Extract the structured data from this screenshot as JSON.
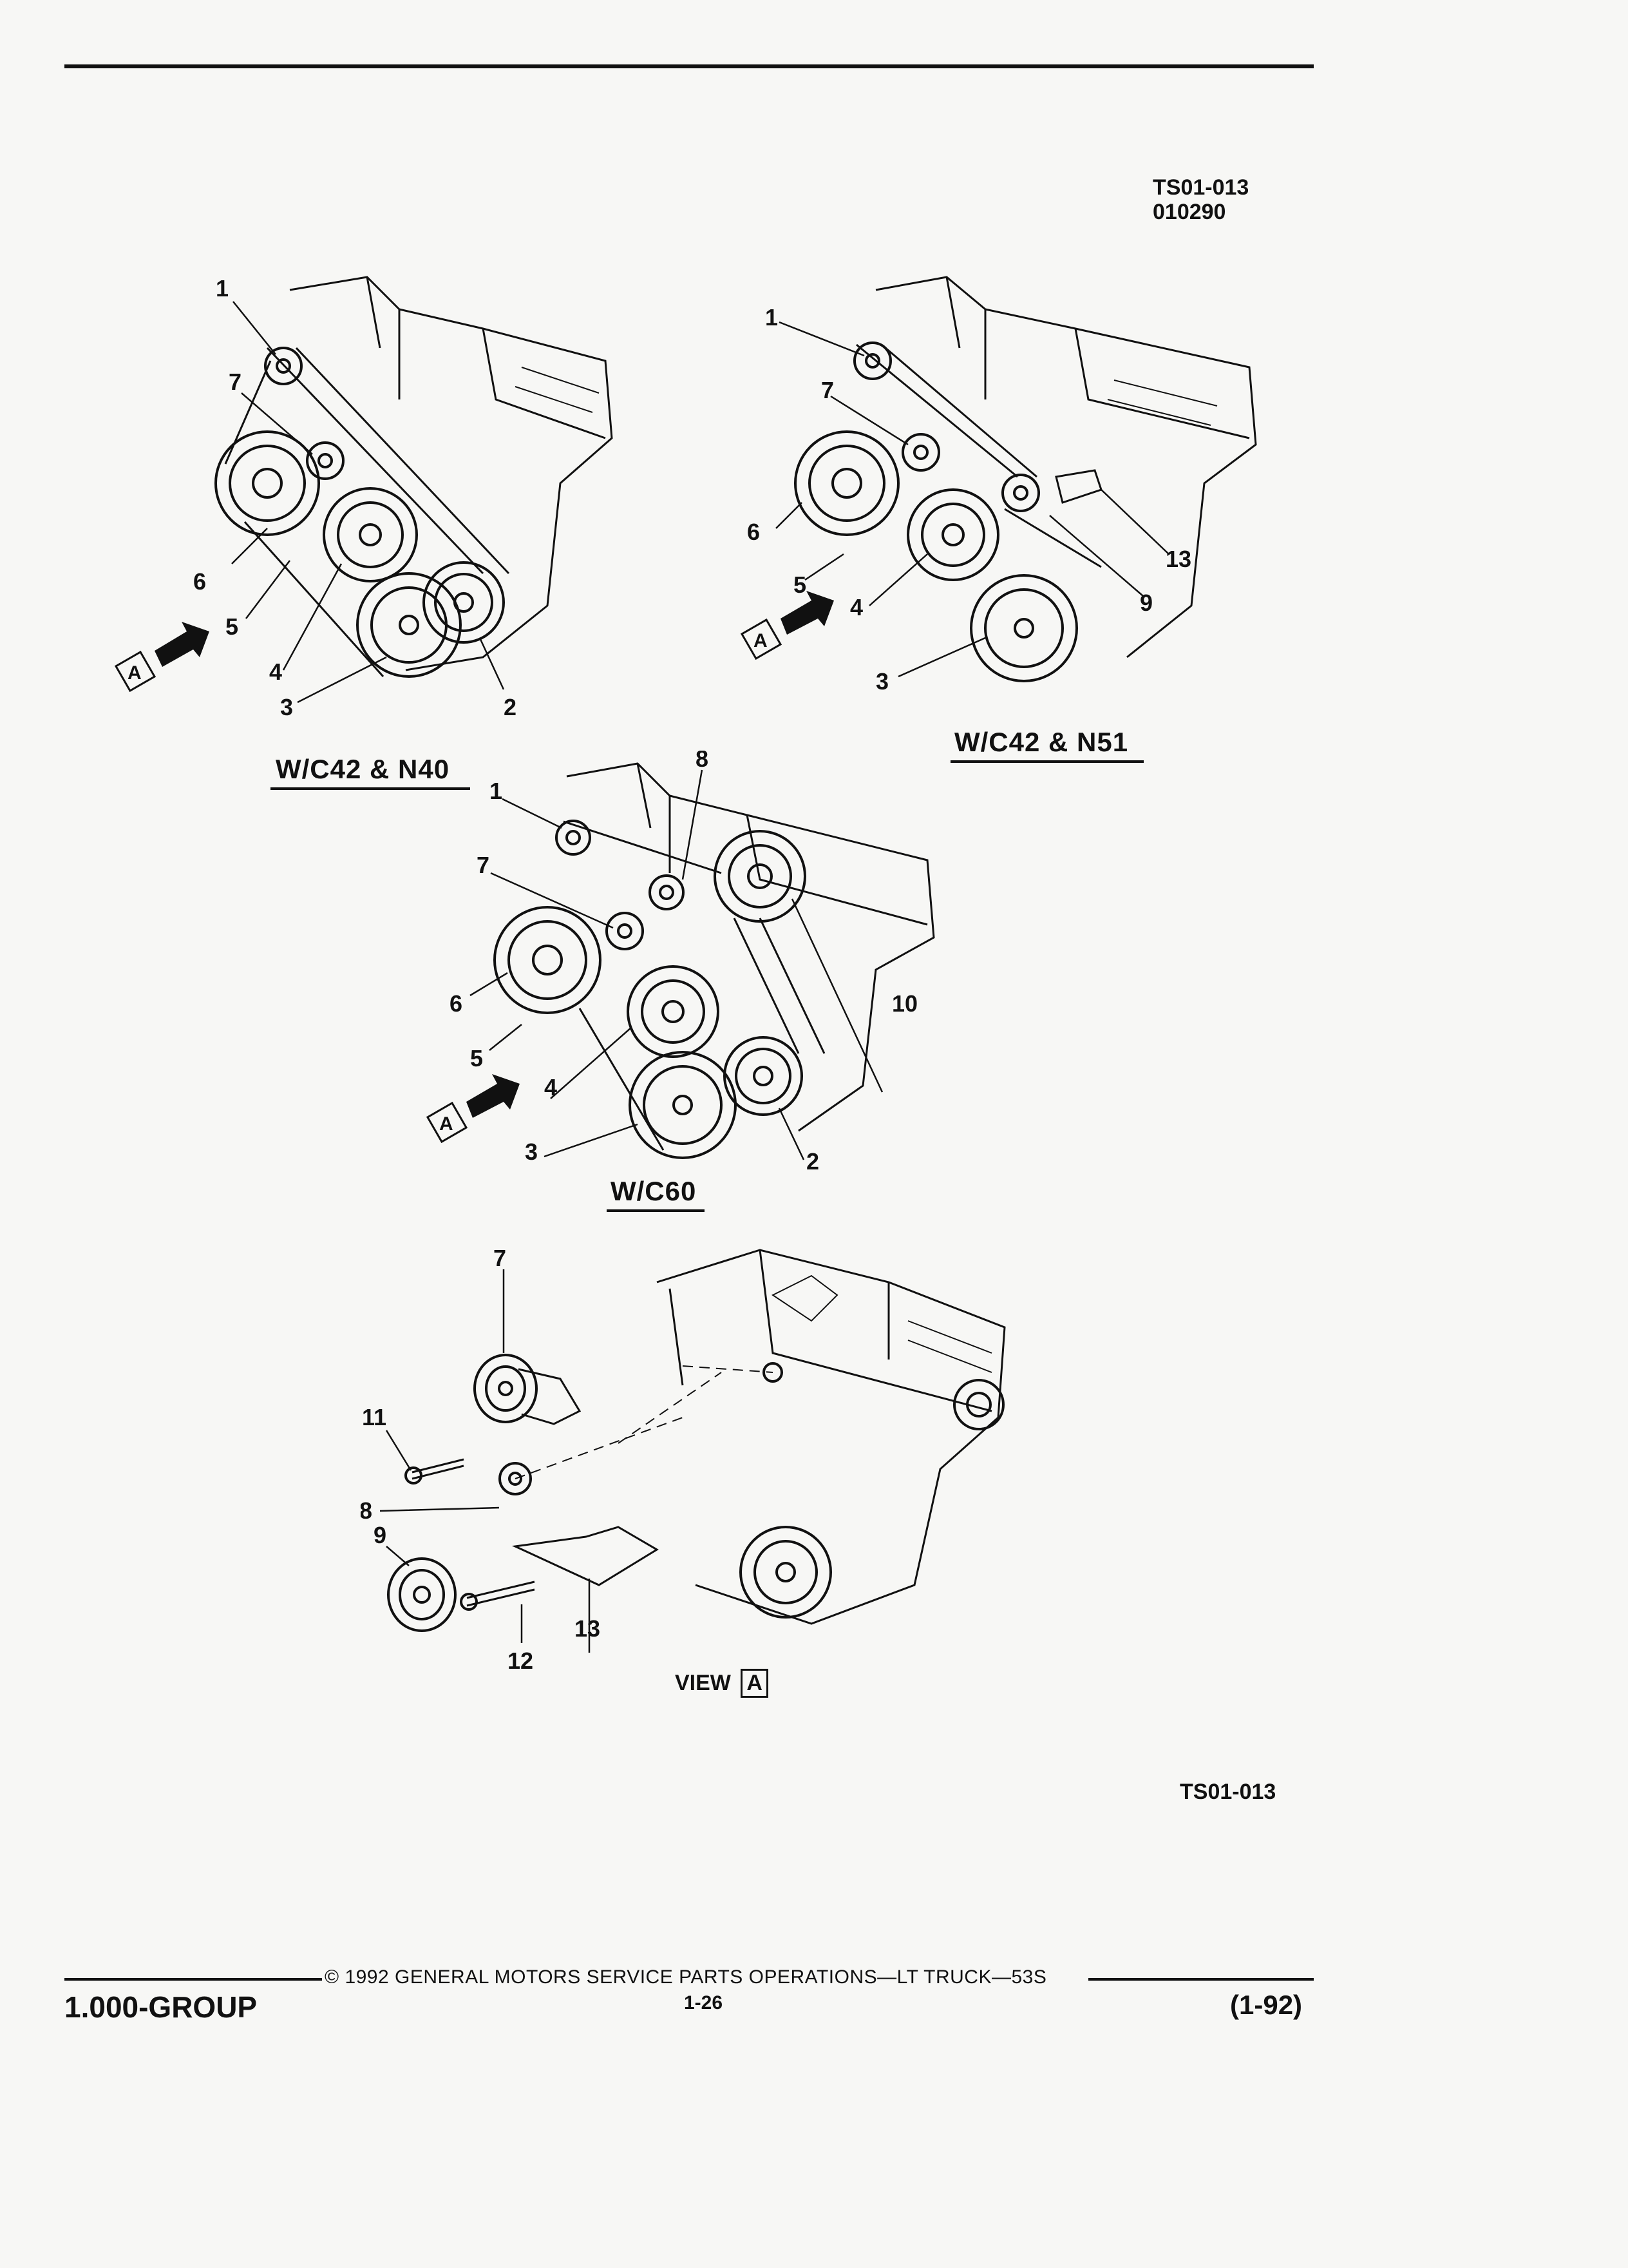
{
  "header": {
    "figure_code": "TS01-013",
    "figure_date": "010290"
  },
  "diagrams": {
    "d1": {
      "caption": "W/C42 & N40",
      "callouts": [
        "1",
        "7",
        "6",
        "5",
        "4",
        "3",
        "2"
      ],
      "view_tag": "A"
    },
    "d2": {
      "caption": "W/C42 & N51",
      "callouts": [
        "1",
        "7",
        "6",
        "5",
        "4",
        "3",
        "13",
        "9"
      ],
      "view_tag": "A"
    },
    "d3": {
      "caption": "W/C60",
      "callouts": [
        "1",
        "8",
        "7",
        "6",
        "5",
        "4",
        "3",
        "2",
        "10"
      ],
      "view_tag": "A"
    },
    "d4": {
      "caption_prefix": "VIEW",
      "caption_tag": "A",
      "callouts": [
        "7",
        "11",
        "8",
        "9",
        "12",
        "13"
      ]
    }
  },
  "figure_code_bottom": "TS01-013",
  "footer": {
    "group": "1.000-GROUP",
    "copyright": "© 1992 GENERAL MOTORS SERVICE PARTS OPERATIONS—LT TRUCK—53S",
    "page": "1-26",
    "revision": "(1-92)"
  }
}
